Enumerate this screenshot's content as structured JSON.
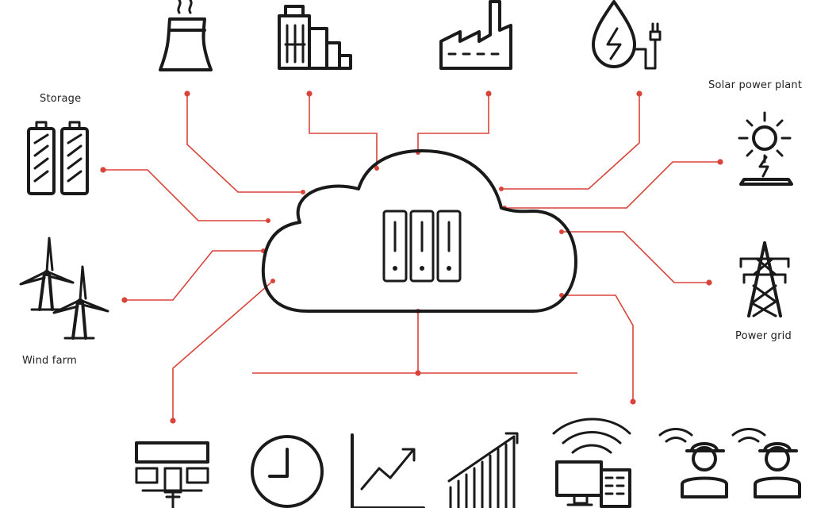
{
  "labels": {
    "storage": "Storage",
    "wind_farm": "Wind farm",
    "solar_power_plant": "Solar power plant",
    "power_grid": "Power grid"
  },
  "colors": {
    "ink": "#1a1a1a",
    "wire": "#d9443a",
    "background": "#ffffff"
  },
  "icons": {
    "top": [
      "cooling-tower-icon",
      "power-plant-icon",
      "factory-icon",
      "hydro-power-icon"
    ],
    "left": [
      "battery-storage-icon",
      "wind-turbine-icon"
    ],
    "right": [
      "solar-panel-icon",
      "transmission-tower-icon"
    ],
    "center": "server-cloud-icon",
    "bottom": [
      "control-room-icon",
      "clock-icon",
      "line-chart-up-icon",
      "bar-chart-up-icon",
      "wireless-computer-icon",
      "field-workers-icon"
    ]
  }
}
